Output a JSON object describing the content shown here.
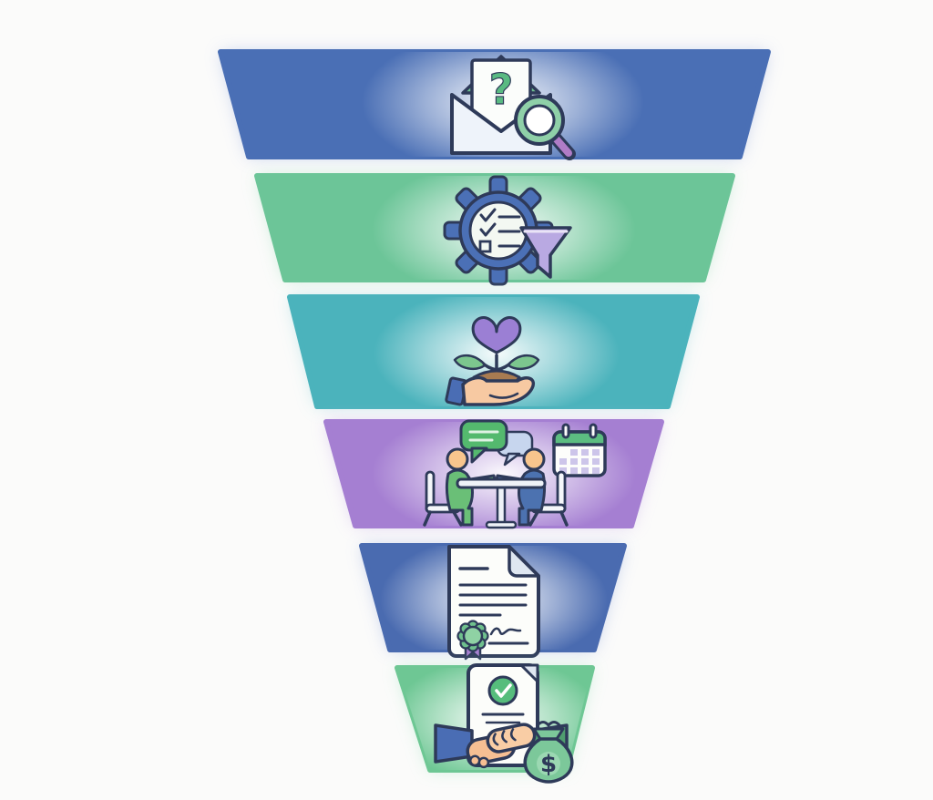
{
  "diagram": {
    "type": "inverted-funnel",
    "tier_count": 6,
    "background": "#fbfbfa",
    "outline_color": "#2e3a59",
    "tiers": [
      {
        "order": 1,
        "name": "inquiry-research",
        "color": "#4a6fb5",
        "glow": "#b9c6ea",
        "icon": "envelope-question-magnifier-icon"
      },
      {
        "order": 2,
        "name": "screening-filter",
        "color": "#6cc598",
        "glow": "#bfe9d2",
        "icon": "gear-checklist-funnel-icon"
      },
      {
        "order": 3,
        "name": "nurture-growth",
        "color": "#4bb3bc",
        "glow": "#b7e2e6",
        "icon": "hand-plant-heart-icon"
      },
      {
        "order": 4,
        "name": "meeting-interview",
        "color": "#a57fd2",
        "glow": "#d8c6ef",
        "icon": "people-table-chat-calendar-icon"
      },
      {
        "order": 5,
        "name": "contract-signing",
        "color": "#4a6bb0",
        "glow": "#b5c3e8",
        "icon": "certificate-document-icon"
      },
      {
        "order": 6,
        "name": "closed-deal",
        "color": "#6ec794",
        "glow": "#c0ebd3",
        "icon": "handshake-document-moneybag-icon"
      }
    ],
    "icon_details": {
      "question_mark_glyph": "?",
      "dollar_glyph": "$"
    }
  }
}
